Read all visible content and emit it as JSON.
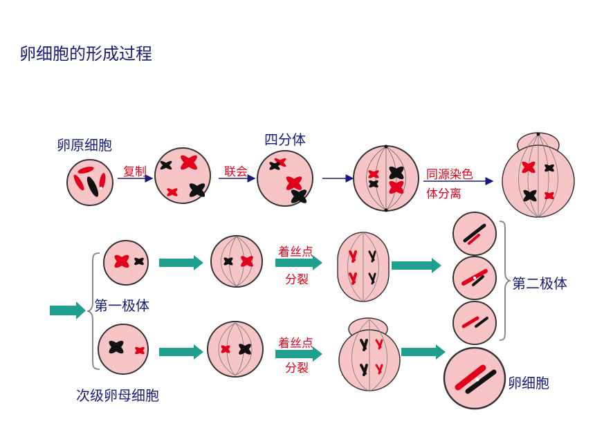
{
  "title": "卵细胞的形成过程",
  "labels": {
    "oogonium": "卵原细胞",
    "replication": "复制",
    "synapsis": "联会",
    "tetrad": "四分体",
    "homologous_separation_line1": "同源染色",
    "homologous_separation_line2": "体分离",
    "centromere_split_line1": "着丝点",
    "centromere_split_line2": "分裂",
    "first_polar_body": "第一极体",
    "secondary_oocyte": "次级卵母细胞",
    "second_polar_body": "第二极体",
    "egg_cell": "卵细胞"
  },
  "colors": {
    "title": "#1a1a7a",
    "label_navy": "#1a1a7a",
    "label_red": "#e2001a",
    "cell_fill": "#f7c5c5",
    "cell_stroke": "#333333",
    "chromosome_red": "#e2001a",
    "chromosome_black": "#111111",
    "block_arrow": "#1fa08e",
    "thin_arrow": "#1a1a7a"
  }
}
